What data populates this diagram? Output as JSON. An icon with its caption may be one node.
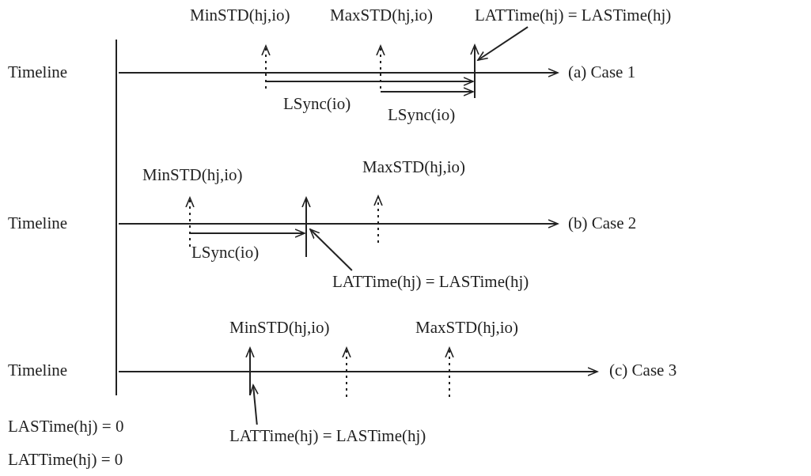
{
  "diagram": {
    "nodes": [
      {
        "text": [
          "LATTime(hj) = LASTime(hj)"
        ]
      },
      {
        "text": [
          "LATTime(hj) = LASTime(hj)"
        ]
      },
      {
        "text": [
          "LATTime(hj) = LASTime(hj)"
        ]
      }
    ],
    "edges": [
      {
        "from": 0,
        "to": null,
        "arrow": "to"
      },
      {
        "from": 1,
        "to": null,
        "arrow": "to"
      },
      {
        "from": 2,
        "to": null,
        "arrow": "to"
      }
    ],
    "labels": [
      "MinSTD(hj,io)",
      "MaxSTD(hj,io)",
      "Timeline",
      "(a) Case 1",
      "LSync(io)",
      "LSync(io)",
      "MinSTD(hj,io)",
      "MaxSTD(hj,io)",
      "Timeline",
      "(b) Case 2",
      "LSync(io)",
      "MinSTD(hj,io)",
      "MaxSTD(hj,io)",
      "Timeline",
      "(c) Case 3",
      "LASTime(hj) = 0",
      "LATTime(hj) = 0"
    ]
  }
}
